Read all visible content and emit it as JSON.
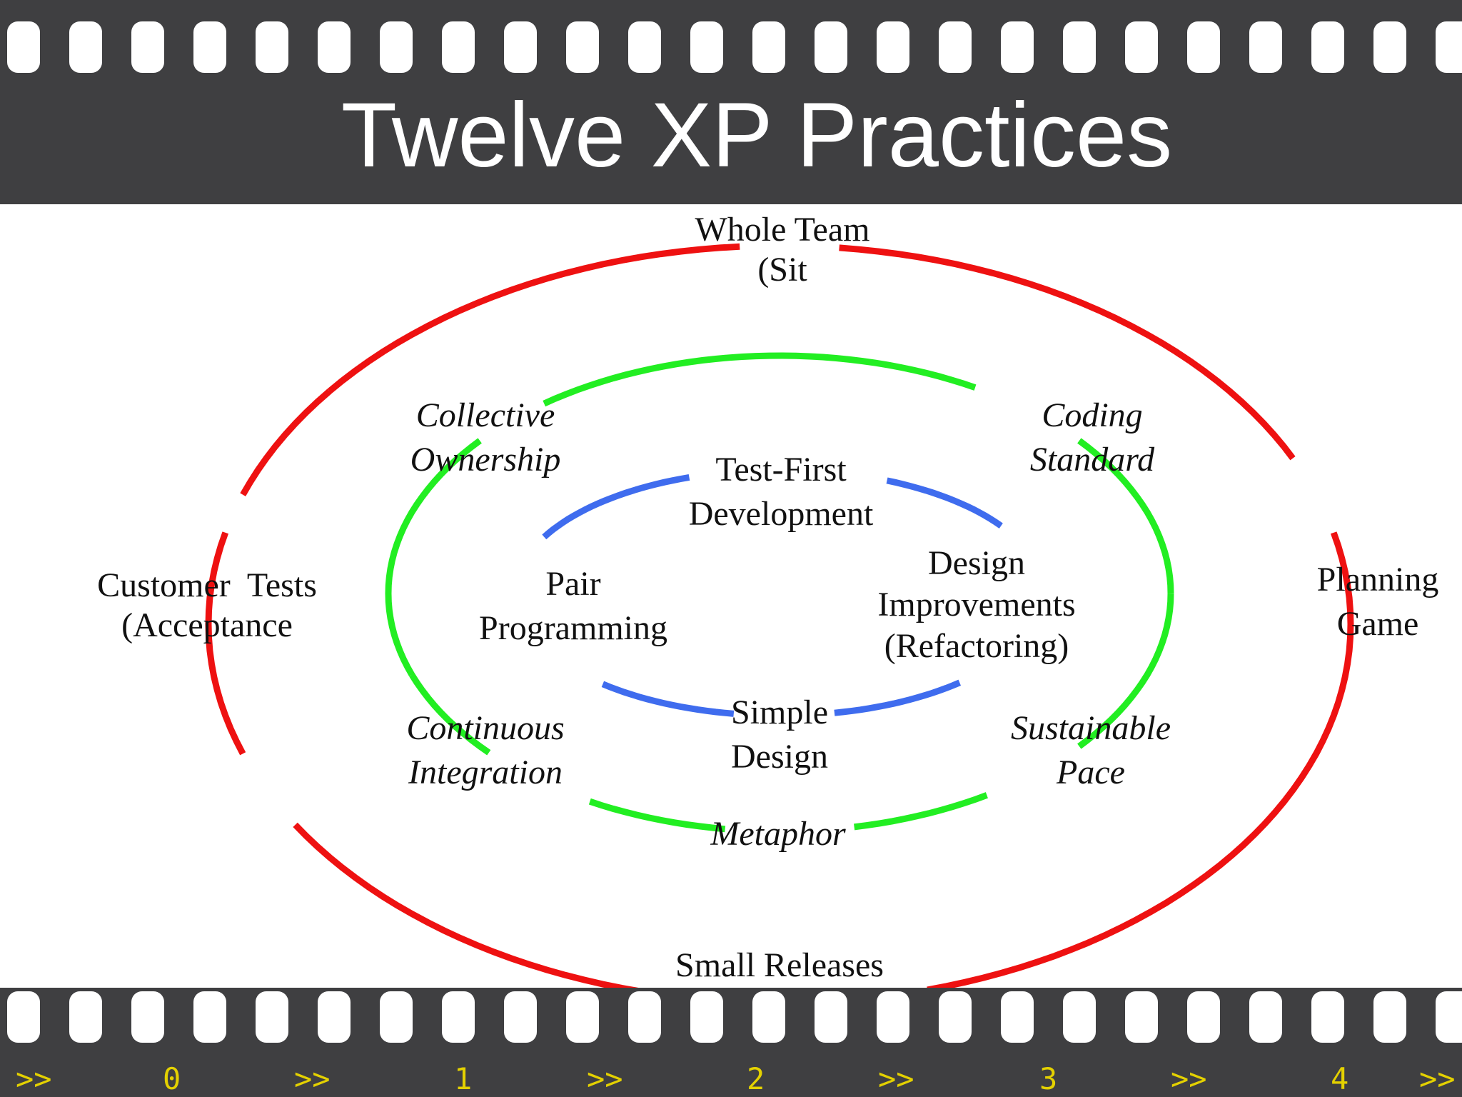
{
  "title": "Twelve XP Practices",
  "rings": {
    "outer": {
      "color": "#ee1111",
      "practices": {
        "top": [
          "Whole Team",
          "(Sit"
        ],
        "left": [
          "Customer  Tests",
          "(Acceptance"
        ],
        "right": [
          "Planning",
          "Game"
        ],
        "bottom": [
          "Small Releases"
        ]
      }
    },
    "middle": {
      "color": "#22ee22",
      "practices": {
        "top_left": [
          "Collective",
          "Ownership"
        ],
        "top_right": [
          "Coding",
          "Standard"
        ],
        "bottom_left": [
          "Continuous",
          "Integration"
        ],
        "bottom_right": [
          "Sustainable",
          "Pace"
        ],
        "bottom": [
          "Metaphor"
        ]
      }
    },
    "inner": {
      "color": "#3f6cee",
      "practices": {
        "top": [
          "Test-First",
          "Development"
        ],
        "left": [
          "Pair",
          "Programming"
        ],
        "right": [
          "Design",
          "Improvements",
          "(Refactoring)"
        ],
        "bottom": [
          "Simple",
          "Design"
        ]
      }
    }
  },
  "footer": {
    "color": "#e4d100",
    "marks": [
      ">>",
      "0",
      ">>",
      "1",
      ">>",
      "2",
      ">>",
      "3",
      ">>",
      "4",
      ">>"
    ]
  }
}
